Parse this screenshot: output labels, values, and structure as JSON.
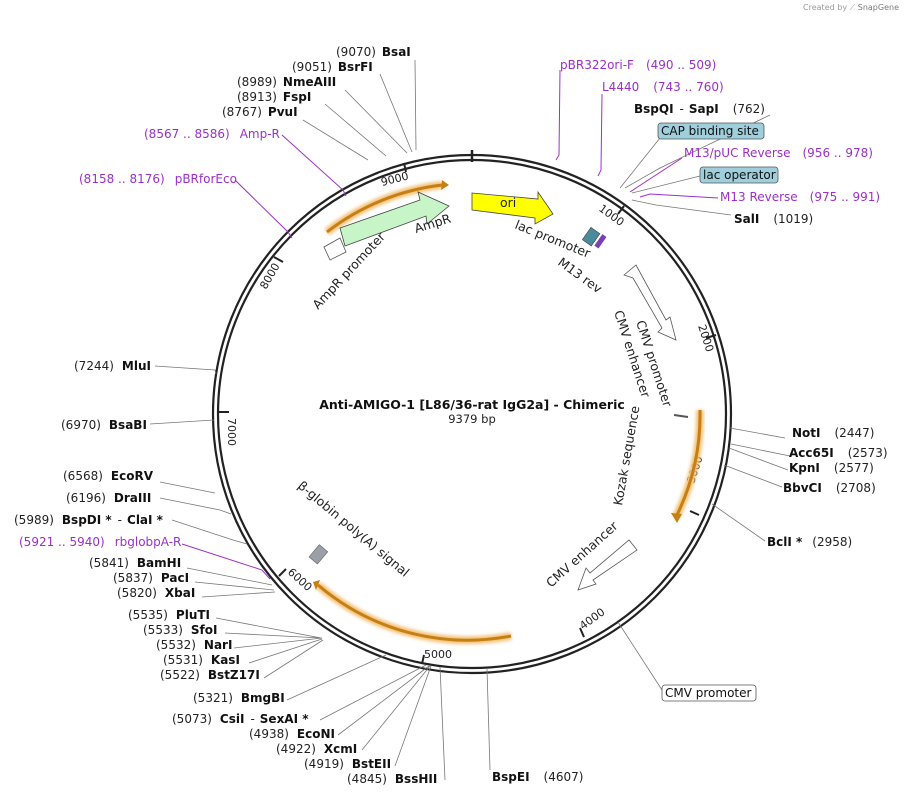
{
  "credit": {
    "prefix": "Created by",
    "brand": "SnapGene"
  },
  "plasmid": {
    "name": "Anti-AMIGO-1 [L86/36-rat IgG2a] - Chimeric",
    "size": "9379 bp"
  },
  "ticks": [
    "1000",
    "2000",
    "3000",
    "4000",
    "5000",
    "6000",
    "7000",
    "8000",
    "9000"
  ],
  "enzymes": [
    {
      "name": "BsaI",
      "pos": "(9070)"
    },
    {
      "name": "BsrFI",
      "pos": "(9051)"
    },
    {
      "name": "NmeAIII",
      "pos": "(8989)"
    },
    {
      "name": "FspI",
      "pos": "(8913)"
    },
    {
      "name": "PvuI",
      "pos": "(8767)"
    },
    {
      "name": "BspQI",
      "sep": "-",
      "name2": "SapI",
      "pos": "(762)"
    },
    {
      "name": "SalI",
      "pos": "(1019)"
    },
    {
      "name": "MluI",
      "pos": "(7244)"
    },
    {
      "name": "BsaBI",
      "pos": "(6970)"
    },
    {
      "name": "NotI",
      "pos": "(2447)"
    },
    {
      "name": "Acc65I",
      "pos": "(2573)"
    },
    {
      "name": "KpnI",
      "pos": "(2577)"
    },
    {
      "name": "BbvCI",
      "pos": "(2708)"
    },
    {
      "name": "EcoRV",
      "pos": "(6568)"
    },
    {
      "name": "DraIII",
      "pos": "(6196)"
    },
    {
      "name": "BspDI *",
      "sep": "-",
      "name2": "ClaI *",
      "pos": "(5989)"
    },
    {
      "name": "BclI *",
      "pos": "(2958)"
    },
    {
      "name": "BamHI",
      "pos": "(5841)"
    },
    {
      "name": "PacI",
      "pos": "(5837)"
    },
    {
      "name": "XbaI",
      "pos": "(5820)"
    },
    {
      "name": "PluTI",
      "pos": "(5535)"
    },
    {
      "name": "SfoI",
      "pos": "(5533)"
    },
    {
      "name": "NarI",
      "pos": "(5532)"
    },
    {
      "name": "KasI",
      "pos": "(5531)"
    },
    {
      "name": "BstZ17I",
      "pos": "(5522)"
    },
    {
      "name": "BmgBI",
      "pos": "(5321)"
    },
    {
      "name": "CsiI",
      "sep": "-",
      "name2": "SexAI *",
      "pos": "(5073)"
    },
    {
      "name": "EcoNI",
      "pos": "(4938)"
    },
    {
      "name": "XcmI",
      "pos": "(4922)"
    },
    {
      "name": "BstEII",
      "pos": "(4919)"
    },
    {
      "name": "BssHII",
      "pos": "(4845)"
    },
    {
      "name": "BspEI",
      "pos": "(4607)"
    }
  ],
  "primers": [
    {
      "name": "pBR322ori-F",
      "range": "(490 .. 509)"
    },
    {
      "name": "L4440",
      "range": "(743 .. 760)"
    },
    {
      "name": "M13/pUC Reverse",
      "range": "(956 .. 978)"
    },
    {
      "name": "M13 Reverse",
      "range": "(975 .. 991)"
    },
    {
      "name": "Amp-R",
      "range": "(8567 .. 8586)"
    },
    {
      "name": "pBRforEco",
      "range": "(8158 .. 8176)"
    },
    {
      "name": "rbglobpA-R",
      "range": "(5921 .. 5940)"
    }
  ],
  "boxed_features": [
    "CAP binding site",
    "lac operator",
    "CMV promoter"
  ],
  "features": {
    "ori": "ori",
    "ampr": "AmpR",
    "ampr_promoter": "AmpR promoter",
    "lac_promoter": "lac promoter",
    "m13_rev": "M13 rev",
    "cmv_promoter": "CMV promoter",
    "cmv_enhancer": "CMV enhancer",
    "kozak": "Kozak sequence",
    "cmv_enhancer2": "CMV enhancer",
    "bglobin": "β-globin poly(A) signal"
  },
  "colors": {
    "ori": "#ffff00",
    "ampr": "#c8f5c8",
    "orf": "#e9a33a",
    "primer": "#9b30c8",
    "box": "#9fcfdc"
  }
}
